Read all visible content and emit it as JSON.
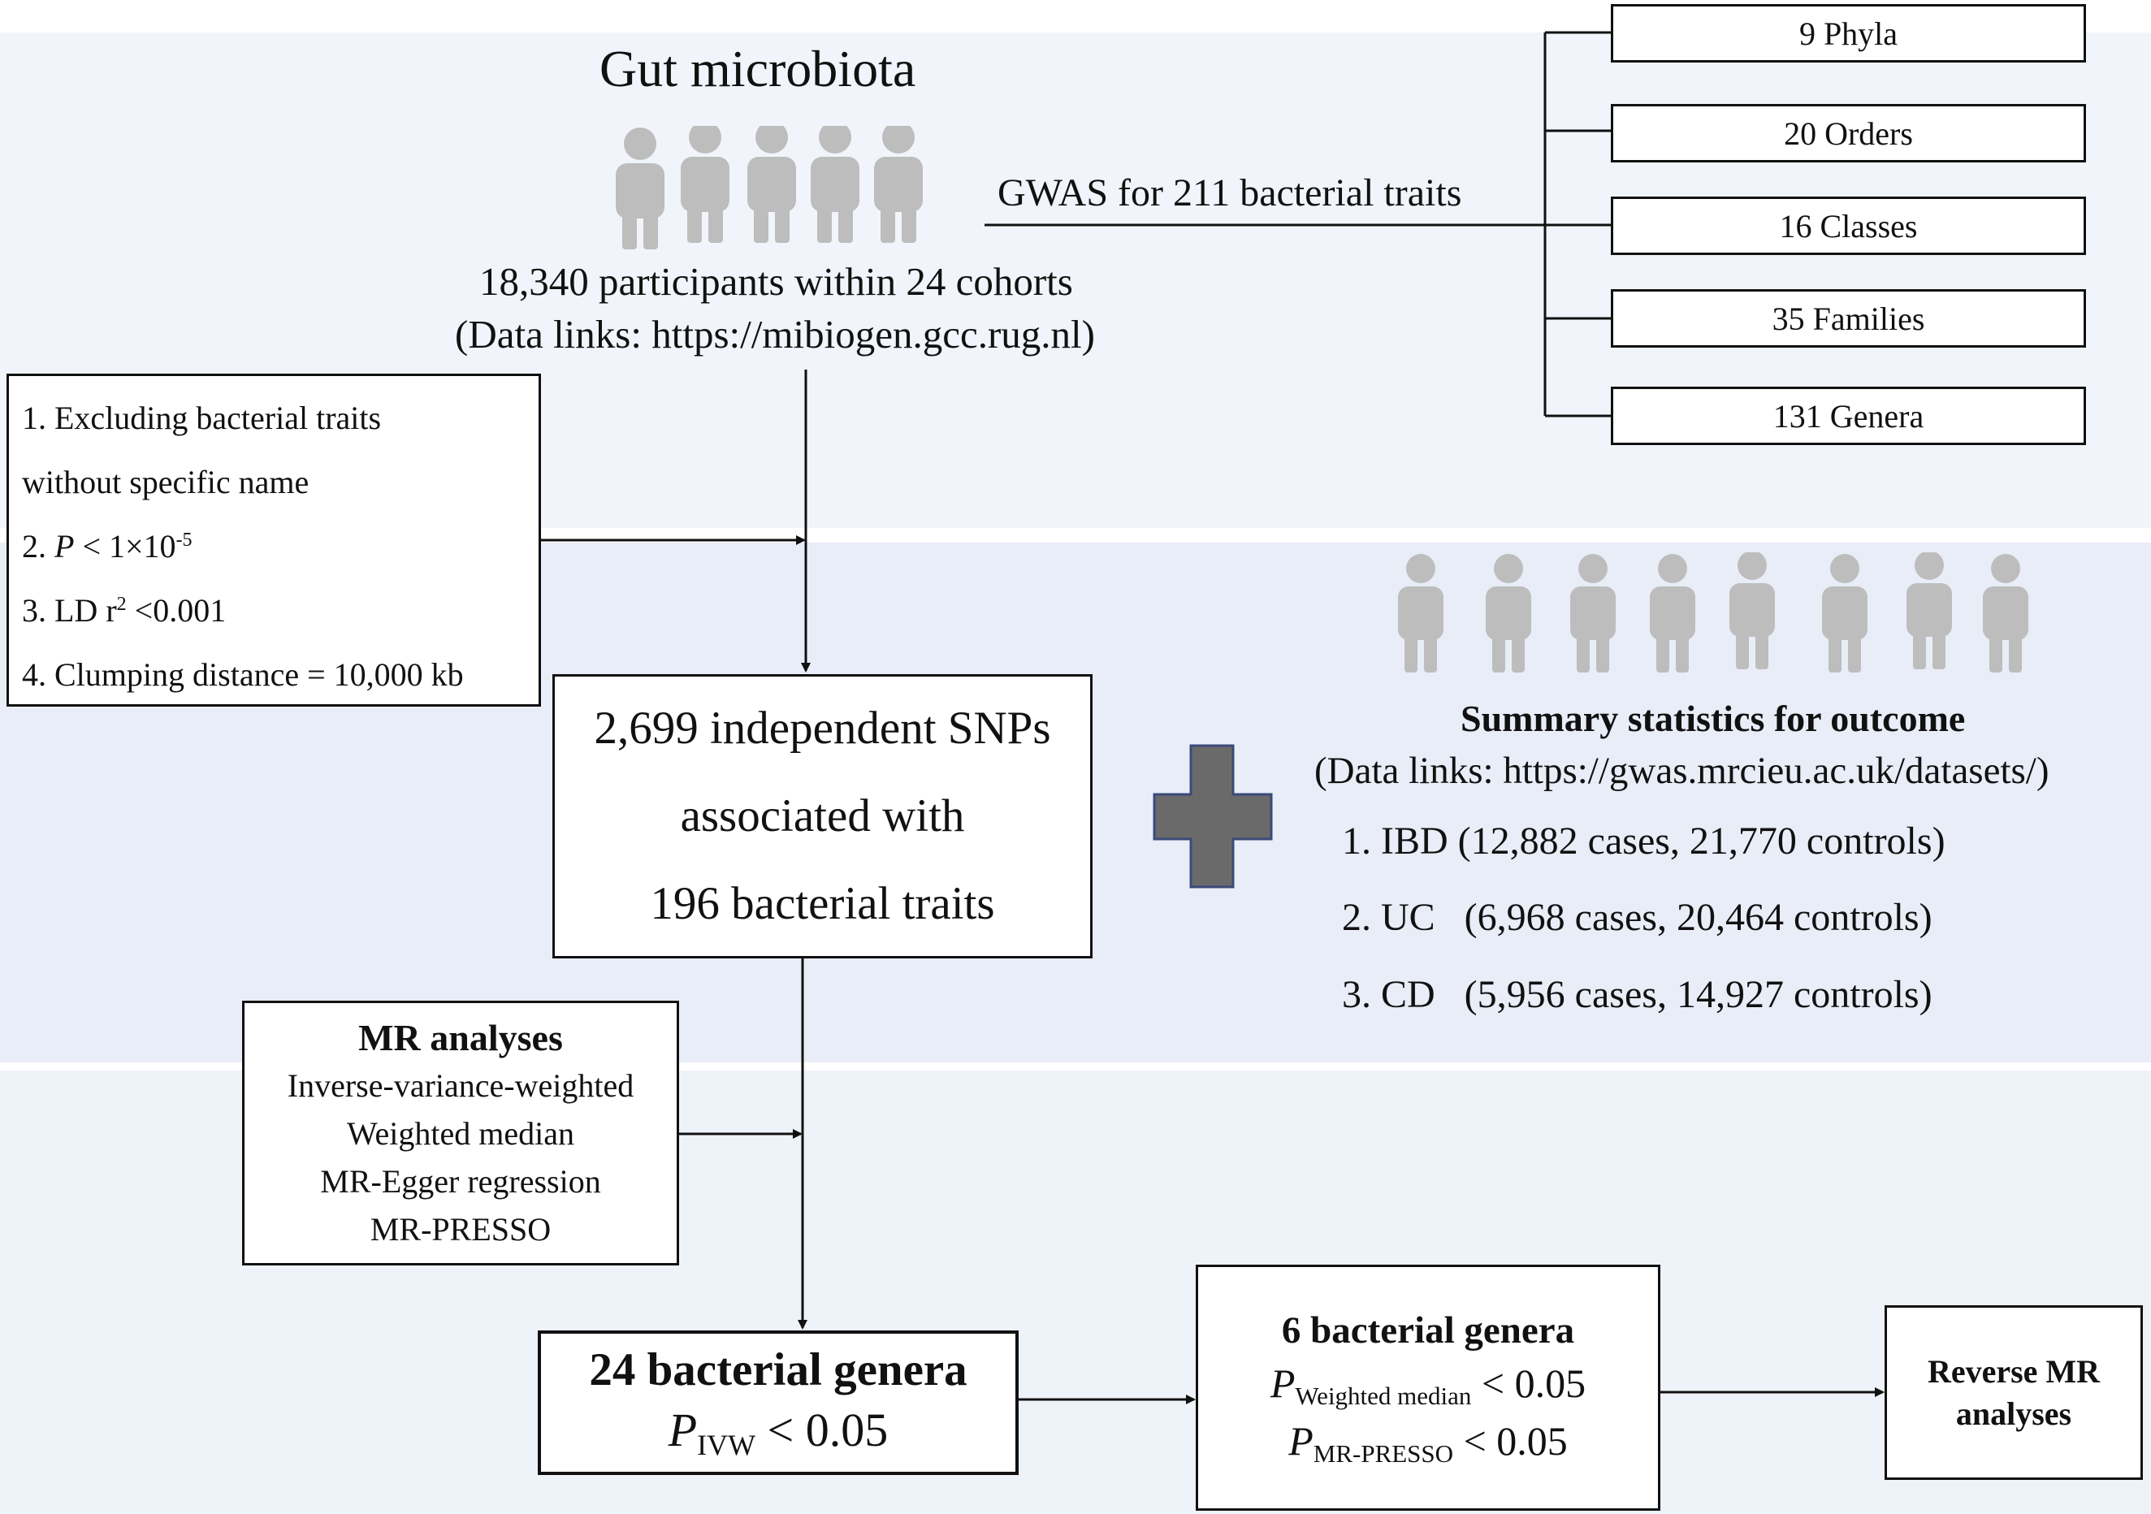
{
  "colors": {
    "band1": "#f1f4fa",
    "band2": "#e8edf7",
    "band3": "#eef2f9",
    "person": "#bdbdbd",
    "plus_fill": "#6a6a6a",
    "plus_stroke": "#3b4a7a",
    "line": "#111111"
  },
  "top": {
    "title": "Gut microbiota",
    "gwas_label": "GWAS for 211  bacterial traits",
    "participants": "18,340 participants within 24 cohorts",
    "link": "(Data links: https://mibiogen.gcc.rug.nl)"
  },
  "taxa": [
    "9 Phyla",
    "20 Orders",
    "16 Classes",
    "35 Families",
    "131 Genera"
  ],
  "criteria": {
    "line1": "1. Excluding  bacterial traits",
    "line2": "without specific name",
    "line3_prefix": "2. ",
    "line3_p": "P",
    "line3_mid": " < 1×10",
    "line3_exp": "-5",
    "line4_prefix": "3. LD r",
    "line4_exp": "2",
    "line4_suffix": " <0.001",
    "line5": "4. Clumping distance = 10,000 kb"
  },
  "snps": {
    "line1": "2,699 independent SNPs",
    "line2": "associated with",
    "line3": "196 bacterial traits"
  },
  "outcome": {
    "title": "Summary statistics for outcome",
    "link": "(Data links: https://gwas.mrcieu.ac.uk/datasets/)",
    "items": [
      "1. IBD (12,882 cases, 21,770 controls)",
      "2. UC   (6,968 cases, 20,464 controls)",
      "3. CD   (5,956 cases, 14,927 controls)"
    ]
  },
  "mr": {
    "title": "MR analyses",
    "methods": [
      "Inverse-variance-weighted",
      "Weighted median",
      "MR-Egger regression",
      "MR-PRESSO"
    ]
  },
  "genera24": {
    "title": "24 bacterial genera",
    "p": "P",
    "p_sub": "IVW",
    "p_suffix": " < 0.05"
  },
  "genera6": {
    "title": "6 bacterial genera",
    "p1": "P",
    "p1_sub": "Weighted median",
    "p1_suffix": " < 0.05",
    "p2": "P",
    "p2_sub": "MR-PRESSO",
    "p2_suffix": " < 0.05"
  },
  "reverse": {
    "line1": "Reverse MR",
    "line2": "analyses"
  }
}
